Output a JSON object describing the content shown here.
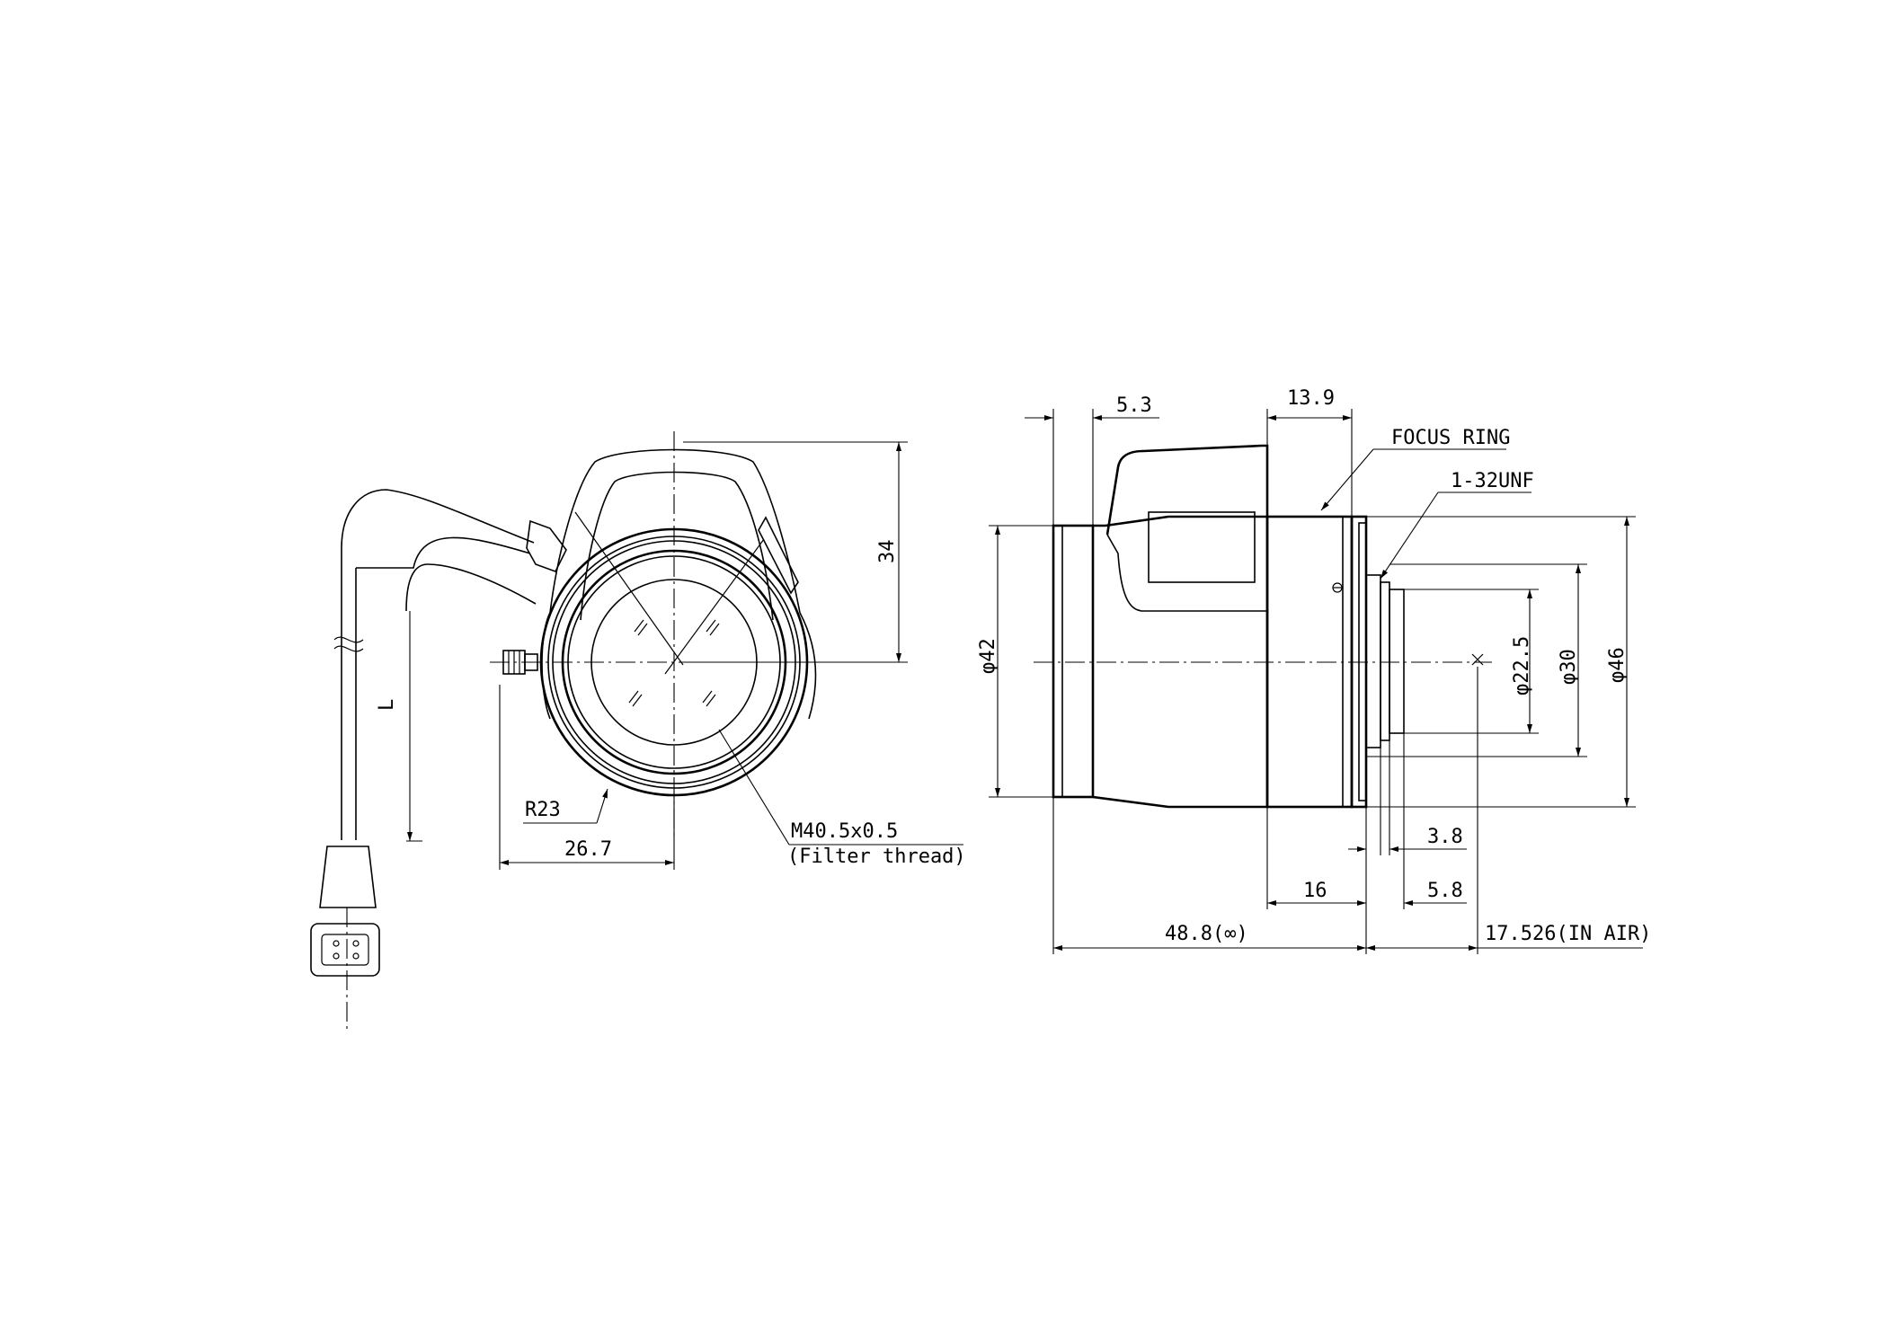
{
  "front_view": {
    "dim_height": "34",
    "dim_width": "26.7",
    "dim_radius": "R23",
    "dim_cable": "L",
    "thread_line1": "M40.5x0.5",
    "thread_line2": "(Filter thread)"
  },
  "side_view": {
    "dim_5_3": "5.3",
    "dim_13_9": "13.9",
    "focus_ring": "FOCUS RING",
    "mount": "1-32UNF",
    "dia_42": "φ42",
    "dia_22_5": "φ22.5",
    "dia_30": "φ30",
    "dia_46": "φ46",
    "dim_3_8": "3.8",
    "dim_16": "16",
    "dim_5_8": "5.8",
    "dim_48_8": "48.8(∞)",
    "dim_17_526": "17.526(IN AIR)"
  }
}
